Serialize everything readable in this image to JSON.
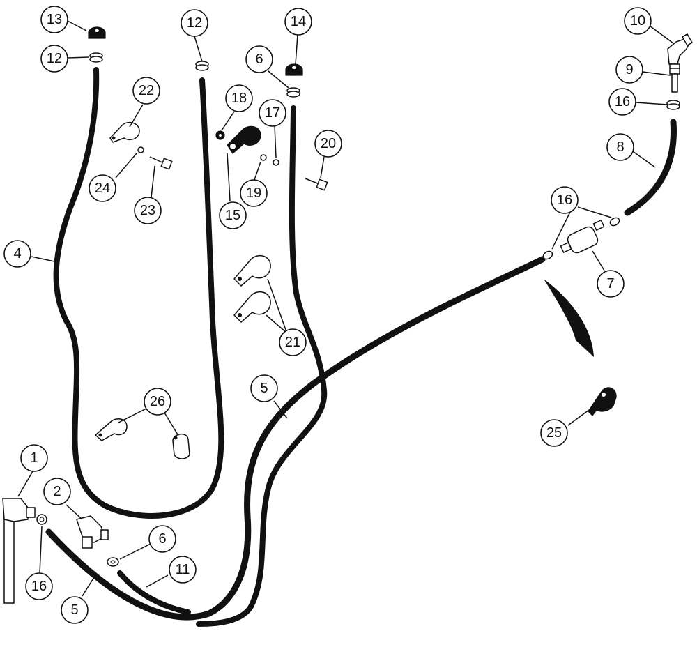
{
  "callouts": [
    {
      "id": "c13",
      "label": "13"
    },
    {
      "id": "c12a",
      "label": "12"
    },
    {
      "id": "c12b",
      "label": "12"
    },
    {
      "id": "c14",
      "label": "14"
    },
    {
      "id": "c6a",
      "label": "6"
    },
    {
      "id": "c10",
      "label": "10"
    },
    {
      "id": "c9",
      "label": "9"
    },
    {
      "id": "c16a",
      "label": "16"
    },
    {
      "id": "c8",
      "label": "8"
    },
    {
      "id": "c22",
      "label": "22"
    },
    {
      "id": "c18",
      "label": "18"
    },
    {
      "id": "c17",
      "label": "17"
    },
    {
      "id": "c20",
      "label": "20"
    },
    {
      "id": "c24",
      "label": "24"
    },
    {
      "id": "c23",
      "label": "23"
    },
    {
      "id": "c19",
      "label": "19"
    },
    {
      "id": "c15",
      "label": "15"
    },
    {
      "id": "c16b",
      "label": "16"
    },
    {
      "id": "c4",
      "label": "4"
    },
    {
      "id": "c7",
      "label": "7"
    },
    {
      "id": "c21",
      "label": "21"
    },
    {
      "id": "c5a",
      "label": "5"
    },
    {
      "id": "c26",
      "label": "26"
    },
    {
      "id": "c25",
      "label": "25"
    },
    {
      "id": "c1",
      "label": "1"
    },
    {
      "id": "c2",
      "label": "2"
    },
    {
      "id": "c6b",
      "label": "6"
    },
    {
      "id": "c11",
      "label": "11"
    },
    {
      "id": "c16c",
      "label": "16"
    },
    {
      "id": "c5b",
      "label": "5"
    }
  ]
}
